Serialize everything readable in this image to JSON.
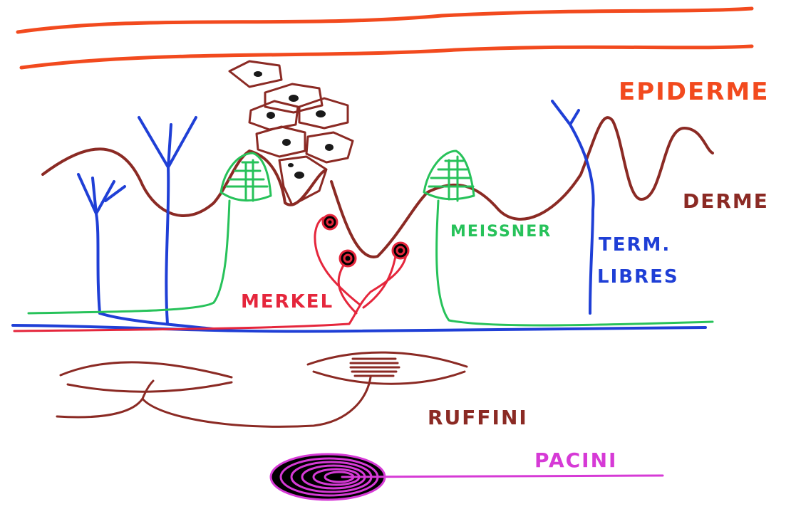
{
  "diagram": {
    "labels": {
      "epidermis": "EPIDERME",
      "dermis": "DERME",
      "meissner": "MEISSNER",
      "merkel": "MERKEL",
      "free_endings_line1": "TERM.",
      "free_endings_line2": "LIBRES",
      "ruffini": "RUFFINI",
      "pacini": "PACINI"
    },
    "colors": {
      "epidermis": "#f24a1e",
      "dermis": "#8b2a24",
      "meissner": "#27c25a",
      "merkel": "#e5263c",
      "free_endings": "#1f3fd6",
      "ruffini": "#8b2a24",
      "pacini": "#d63ad6",
      "cell_nucleus": "#1a1a1a"
    }
  }
}
